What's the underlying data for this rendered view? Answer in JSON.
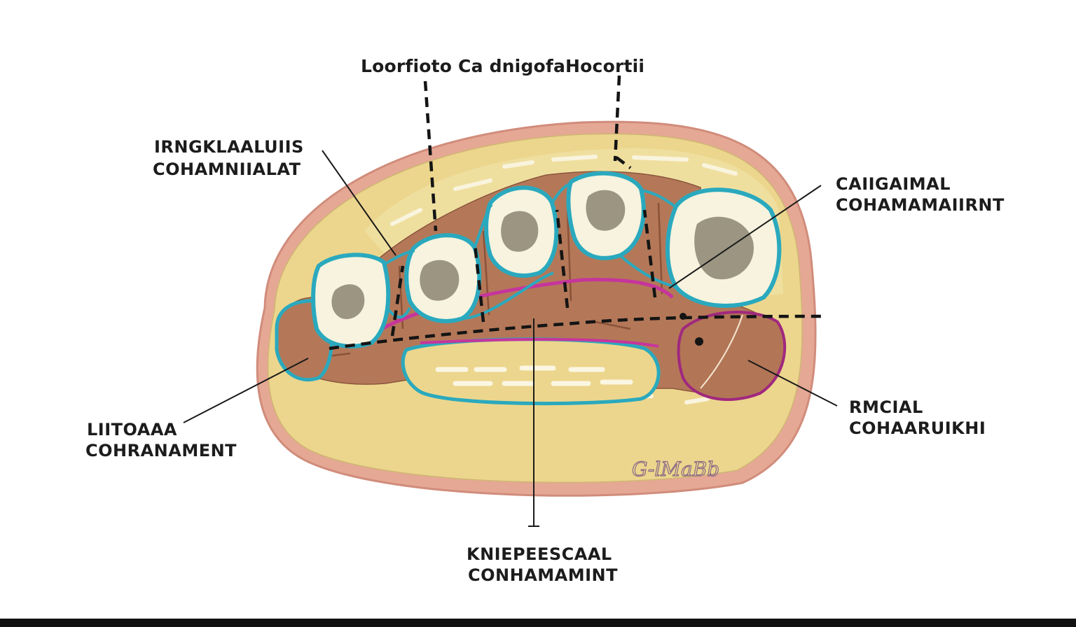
{
  "diagram": {
    "top_label": "Loorfioto Ca dnigofaHocortii",
    "labels": {
      "upper_left": [
        "IRNGKLAALUIIS",
        "COHAMNIIALAT"
      ],
      "upper_right": [
        "CAIIGAIMAL",
        "COHAMAMAIIRNT"
      ],
      "lower_left": [
        "LIITOAAA",
        "COHRANAMENT"
      ],
      "lower_right": [
        "RMCIAL",
        "COHAARUIKHI"
      ],
      "bottom": [
        "KNIEPEESCAAL",
        "CONHAMAMINT"
      ]
    },
    "signature": "G-lMaBb",
    "colors": {
      "fascia": "#e2a48f",
      "subcutaneous": "#ecd58b",
      "muscle": "#b27556",
      "bone_fill": "#f7f3df",
      "bone_outline": "#2aa9be",
      "septum_magenta": "#c6359c",
      "marrow": "#9b9582"
    }
  }
}
